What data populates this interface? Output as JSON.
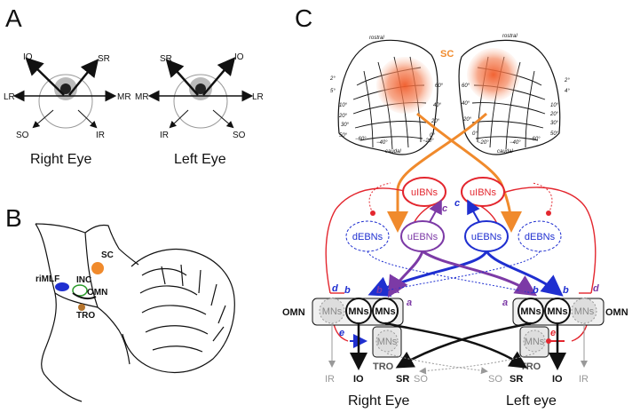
{
  "panels": {
    "a": "A",
    "b": "B",
    "c": "C"
  },
  "panel_a": {
    "right_eye": {
      "title": "Right Eye",
      "top_left": "IO",
      "top_right": "SR",
      "left": "LR",
      "right": "MR",
      "bottom_left": "SO",
      "bottom_right": "IR"
    },
    "left_eye": {
      "title": "Left Eye",
      "top_left": "SR",
      "top_right": "IO",
      "left": "MR",
      "right": "LR",
      "bottom_left": "IR",
      "bottom_right": "SO"
    }
  },
  "panel_b": {
    "sc": "SC",
    "rimlf": "riMLF",
    "inc": "INC",
    "omn": "OMN",
    "tro": "TRO"
  },
  "panel_c": {
    "sc_label": "SC",
    "map_left": {
      "rostral": "rostral",
      "caudal": "caudal",
      "ticks_left": [
        "2°",
        "5°",
        "10°",
        "20°",
        "30°",
        "50°"
      ],
      "ticks_right": [
        "60°",
        "40°",
        "20°",
        "0°",
        "−20°",
        "−40°",
        "−60°"
      ]
    },
    "map_right": {
      "rostral": "rostral",
      "caudal": "caudal",
      "ticks_left": [
        "60°",
        "40°",
        "20°",
        "0°",
        "−20°",
        "−40°",
        "−60°"
      ],
      "ticks_right": [
        "2°",
        "4°",
        "10°",
        "20°",
        "30°",
        "50°"
      ]
    },
    "nodes": {
      "uibn_left": "uIBNs",
      "uibn_right": "uIBNs",
      "debn_left": "dEBNs",
      "uebn_left": "uEBNs",
      "uebn_right": "uEBNs",
      "debn_right": "dEBNs",
      "mns": "MNs"
    },
    "letters": {
      "a": "a",
      "b": "b",
      "c": "c",
      "d": "d",
      "e": "e"
    },
    "omn": "OMN",
    "tro": "TRO",
    "muscles_right": {
      "ir": "IR",
      "io": "IO",
      "sr": "SR",
      "so": "SO"
    },
    "muscles_left": {
      "so": "SO",
      "sr": "SR",
      "io": "IO",
      "ir": "IR"
    },
    "right_eye": "Right Eye",
    "left_eye": "Left eye"
  },
  "colors": {
    "orange": "#f08a2c",
    "red": "#e3262e",
    "purple": "#7c3aa6",
    "blue": "#1f2fd0",
    "gray": "#999999",
    "brown": "#b5742c",
    "green": "#2a9a2a"
  }
}
